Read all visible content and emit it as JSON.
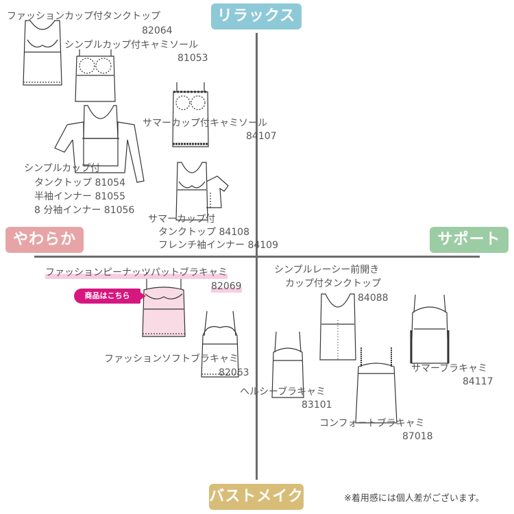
{
  "axes": {
    "top": "リラックス",
    "left": "やわらか",
    "right": "サポート",
    "bottom": "バストメイク"
  },
  "products": [
    {
      "name": "ファッションカップ付タンクトップ",
      "code": "82064"
    },
    {
      "name": "シンプルカップ付キャミソール",
      "code": "81053"
    },
    {
      "name": "サマーカップ付キャミソール",
      "code": "84107"
    },
    {
      "lines": [
        "シンプルカップ付",
        "タンクトップ  81054",
        "半袖インナー  81055",
        "8 分袖インナー  81056"
      ]
    },
    {
      "lines": [
        "サマーカップ付",
        "タンクトップ  84108",
        "フレンチ袖インナー  84109"
      ]
    },
    {
      "name": "ファッションピーナッツパットブラキャミ",
      "code": "82069"
    },
    {
      "name": "ファッションソフトブラキャミ",
      "code": "82063"
    },
    {
      "name": "シンプルレーシー前開き",
      "name2": "カップ付タンクトップ",
      "code": "84088"
    },
    {
      "name": "サマーブラキャミ",
      "code": "84117"
    },
    {
      "name": "ヘルシーブラキャミ",
      "code": "83101"
    },
    {
      "name": "コンフォートブラキャミ",
      "code": "87018"
    }
  ],
  "cta_button": "商品はこちら",
  "note": "※着用感には個人差がございます。",
  "colors": {
    "top_badge": "#8ec9d8",
    "left_badge": "#e7a4a6",
    "right_badge": "#9ccca4",
    "bottom_badge": "#d8bd79",
    "cta": "#d6177f",
    "highlight_garment": "#f9dbe6"
  }
}
